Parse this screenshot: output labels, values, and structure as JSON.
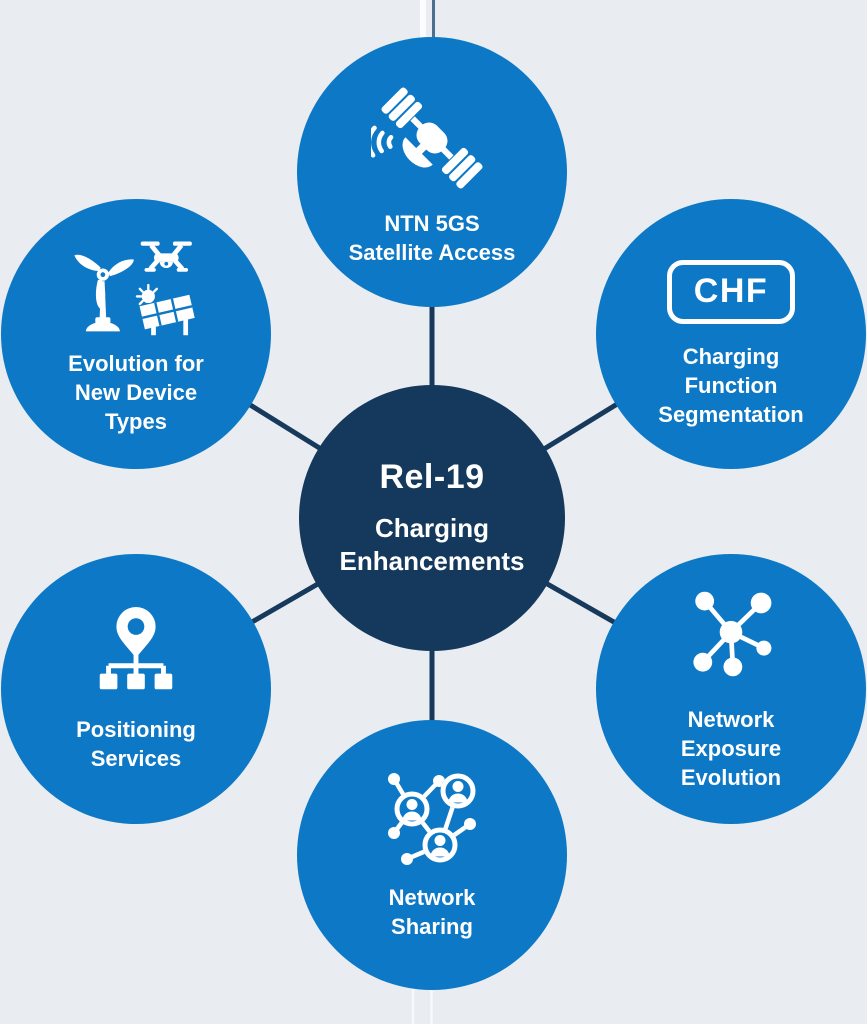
{
  "colors": {
    "background": "#e9edf1",
    "node_blue": "#0d78c6",
    "center_navy": "#15395c",
    "connector": "#16395c",
    "text_white": "#ffffff"
  },
  "center": {
    "title": "Rel-19",
    "subtitle": "Charging Enhancements"
  },
  "nodes": [
    {
      "id": "ntn-5gs-satellite-access",
      "position": "top",
      "icon": "satellite-icon",
      "lines": [
        "NTN 5GS",
        "Satellite Access"
      ]
    },
    {
      "id": "charging-function-segmentation",
      "position": "top-right",
      "icon": "chf-badge-icon",
      "icon_text": "CHF",
      "lines": [
        "Charging",
        "Function",
        "Segmentation"
      ]
    },
    {
      "id": "network-exposure-evolution",
      "position": "bottom-right",
      "icon": "molecule-network-icon",
      "lines": [
        "Network",
        "Exposure",
        "Evolution"
      ]
    },
    {
      "id": "network-sharing",
      "position": "bottom",
      "icon": "people-network-icon",
      "lines": [
        "Network",
        "Sharing"
      ]
    },
    {
      "id": "positioning-services",
      "position": "bottom-left",
      "icon": "location-hierarchy-icon",
      "lines": [
        "Positioning",
        "Services"
      ]
    },
    {
      "id": "evolution-for-new-device-types",
      "position": "top-left",
      "icon": "wind-drone-solar-icon",
      "lines": [
        "Evolution for",
        "New Device",
        "Types"
      ]
    }
  ]
}
